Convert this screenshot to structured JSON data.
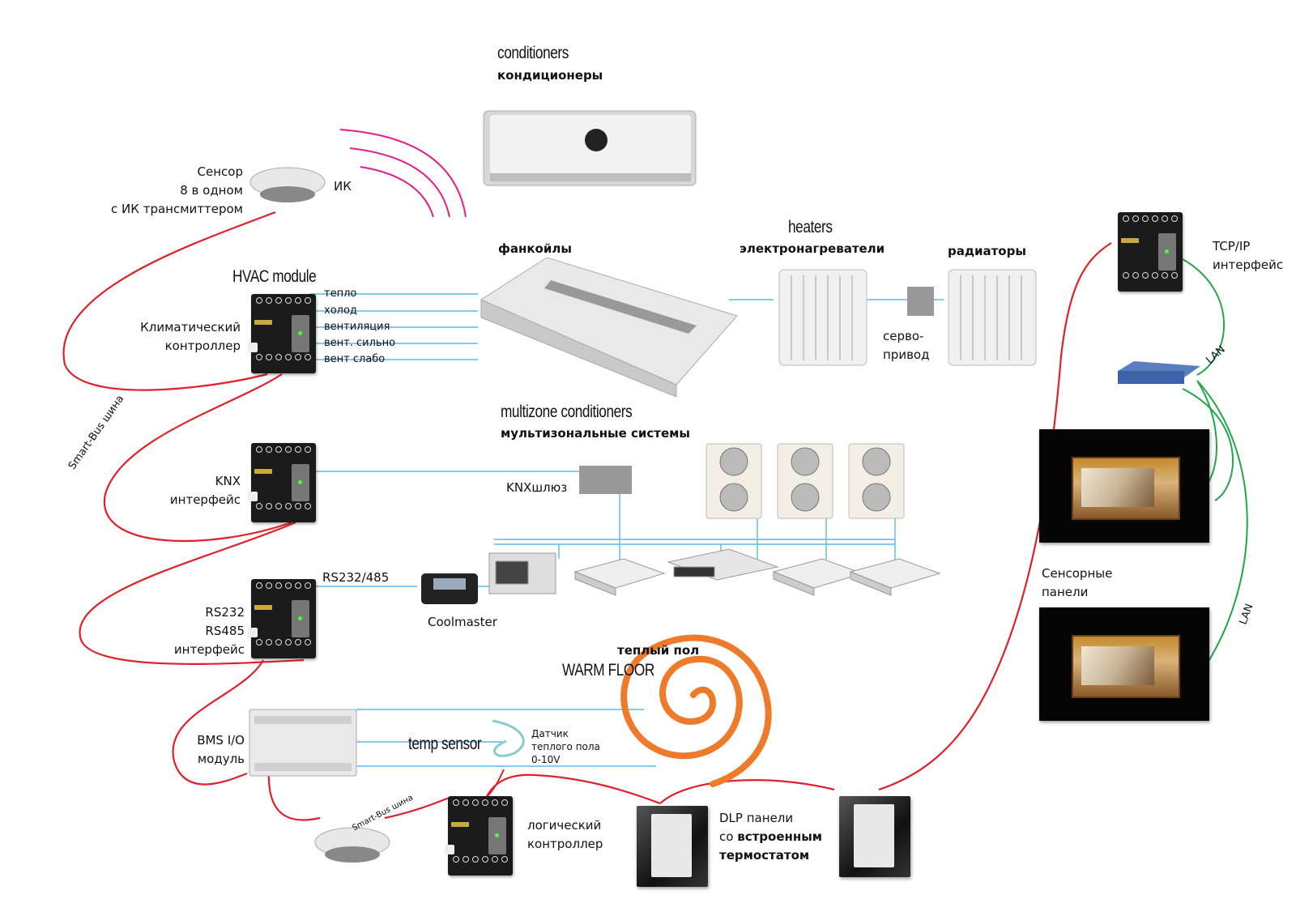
{
  "labels": {
    "conditioners_en": "conditioners",
    "conditioners_ru": "кондиционеры",
    "sensor_line1": "Сенсор",
    "sensor_line2": "8 в одном",
    "sensor_line3": "с ИК трансмиттером",
    "ir": "ИК",
    "fancoils": "фанкойлы",
    "heaters_en": "heaters",
    "heaters_ru": "электронагреватели",
    "radiators": "радиаторы",
    "servo1": "серво-",
    "servo2": "привод",
    "hvac_module": "HVAC module",
    "climate1": "Климатический",
    "climate2": "контроллер",
    "sig_heat": "тепло",
    "sig_cold": "холод",
    "sig_vent": "вентиляция",
    "sig_vent_strong": "вент. сильно",
    "sig_vent_weak": "вент слабо",
    "tcpip1": "TCP/IP",
    "tcpip2": "интерфейс",
    "lan": "LAN",
    "multizone_en": "multizone conditioners",
    "multizone_ru": "мультизональные системы",
    "knx1": "KNX",
    "knx2": "интерфейс",
    "knx_gateway": "KNXшлюз",
    "smartbus": "Smart-Bus шина",
    "rs_link": "RS232/485",
    "rs1": "RS232",
    "rs2": "RS485",
    "rs3": "интерфейс",
    "coolmaster": "Coolmaster",
    "touch1": "Сенсорные",
    "touch2": "панели",
    "warm_ru": "теплый пол",
    "warm_en": "WARM FLOOR",
    "bms1": "BMS I/O",
    "bms2": "модуль",
    "temp_sensor": "temp sensor",
    "fs1": "Датчик",
    "fs2": "теплого пола",
    "fs3": "0-10V",
    "logic1": "логический",
    "logic2": "контроллер",
    "dlp1": "DLP панели",
    "dlp2": "со",
    "dlp2b": "встроенным",
    "dlp3": "термостатом"
  },
  "colors": {
    "smartbus": "#e0202a",
    "signal": "#5cb8e6",
    "lan": "#1fa84a",
    "ir": "#e0208a",
    "warmfloor": "#ee7a2a"
  }
}
